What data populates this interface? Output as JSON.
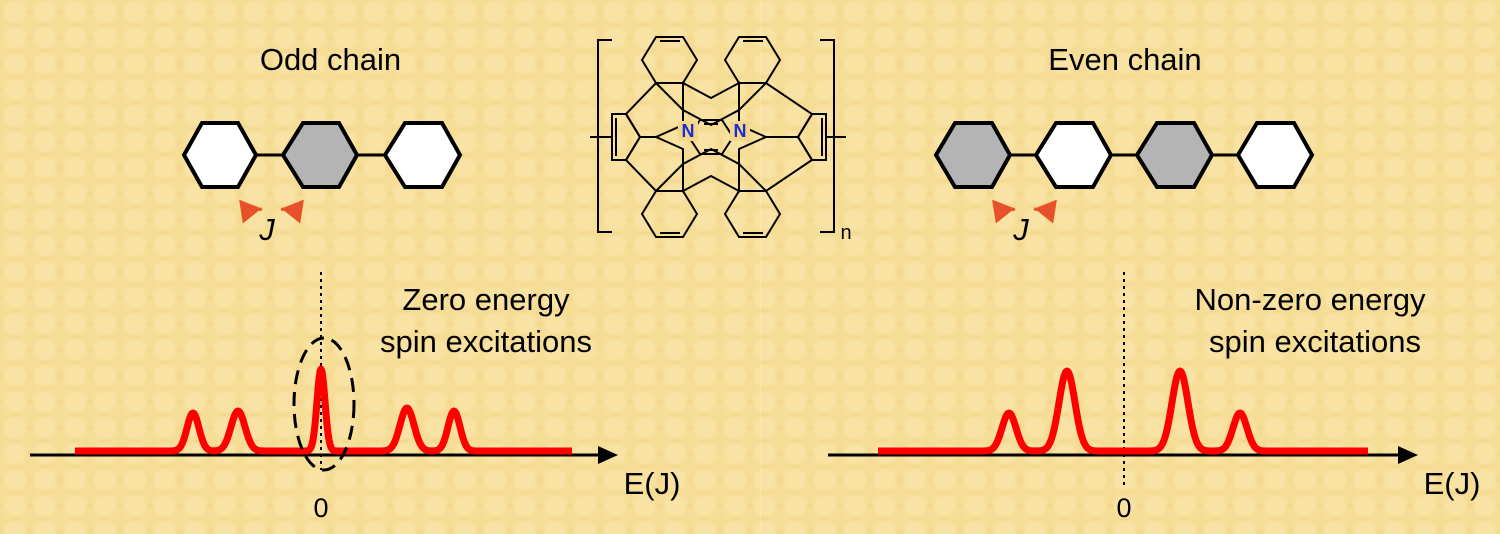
{
  "odd": {
    "title": "Odd chain",
    "coupling": "J",
    "annotation_line1": "Zero energy",
    "annotation_line2": "spin excitations",
    "axis_label": "E(J)",
    "zero_tick": "0"
  },
  "even": {
    "title": "Even chain",
    "coupling": "J",
    "annotation_line1": "Non-zero energy",
    "annotation_line2": "spin excitations",
    "axis_label": "E(J)",
    "zero_tick": "0"
  },
  "molecule": {
    "n1": "N",
    "n2": "N",
    "repeat": "n"
  },
  "colors": {
    "curve": "#ff0000",
    "shaded_hex": "#b4b4b4",
    "arrow": "#e8502a",
    "nitrogen": "#1a2bd6"
  }
}
